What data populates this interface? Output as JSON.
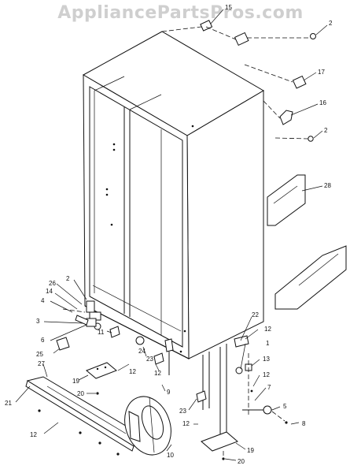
{
  "watermark": "AppliancePartsPros.com",
  "labels": {
    "l15": "15",
    "l2a": "2",
    "l17": "17",
    "l16": "16",
    "l2b": "2",
    "l28": "28",
    "l2c": "2",
    "l26": "26",
    "l14": "14",
    "l4": "4",
    "l3": "3",
    "l6": "6",
    "l25": "25",
    "l11": "11",
    "l24": "24",
    "l23a": "23",
    "l12a": "12",
    "l12b": "12",
    "l9": "9",
    "l27": "27",
    "l19a": "19",
    "l20a": "20",
    "l21": "21",
    "l12c": "12",
    "l10": "10",
    "l22": "22",
    "l12d": "12",
    "l1": "1",
    "l13": "13",
    "l12e": "12",
    "l7": "7",
    "l5": "5",
    "l8": "8",
    "l23b": "23",
    "l12f": "12",
    "l19b": "19",
    "l20b": "20"
  }
}
